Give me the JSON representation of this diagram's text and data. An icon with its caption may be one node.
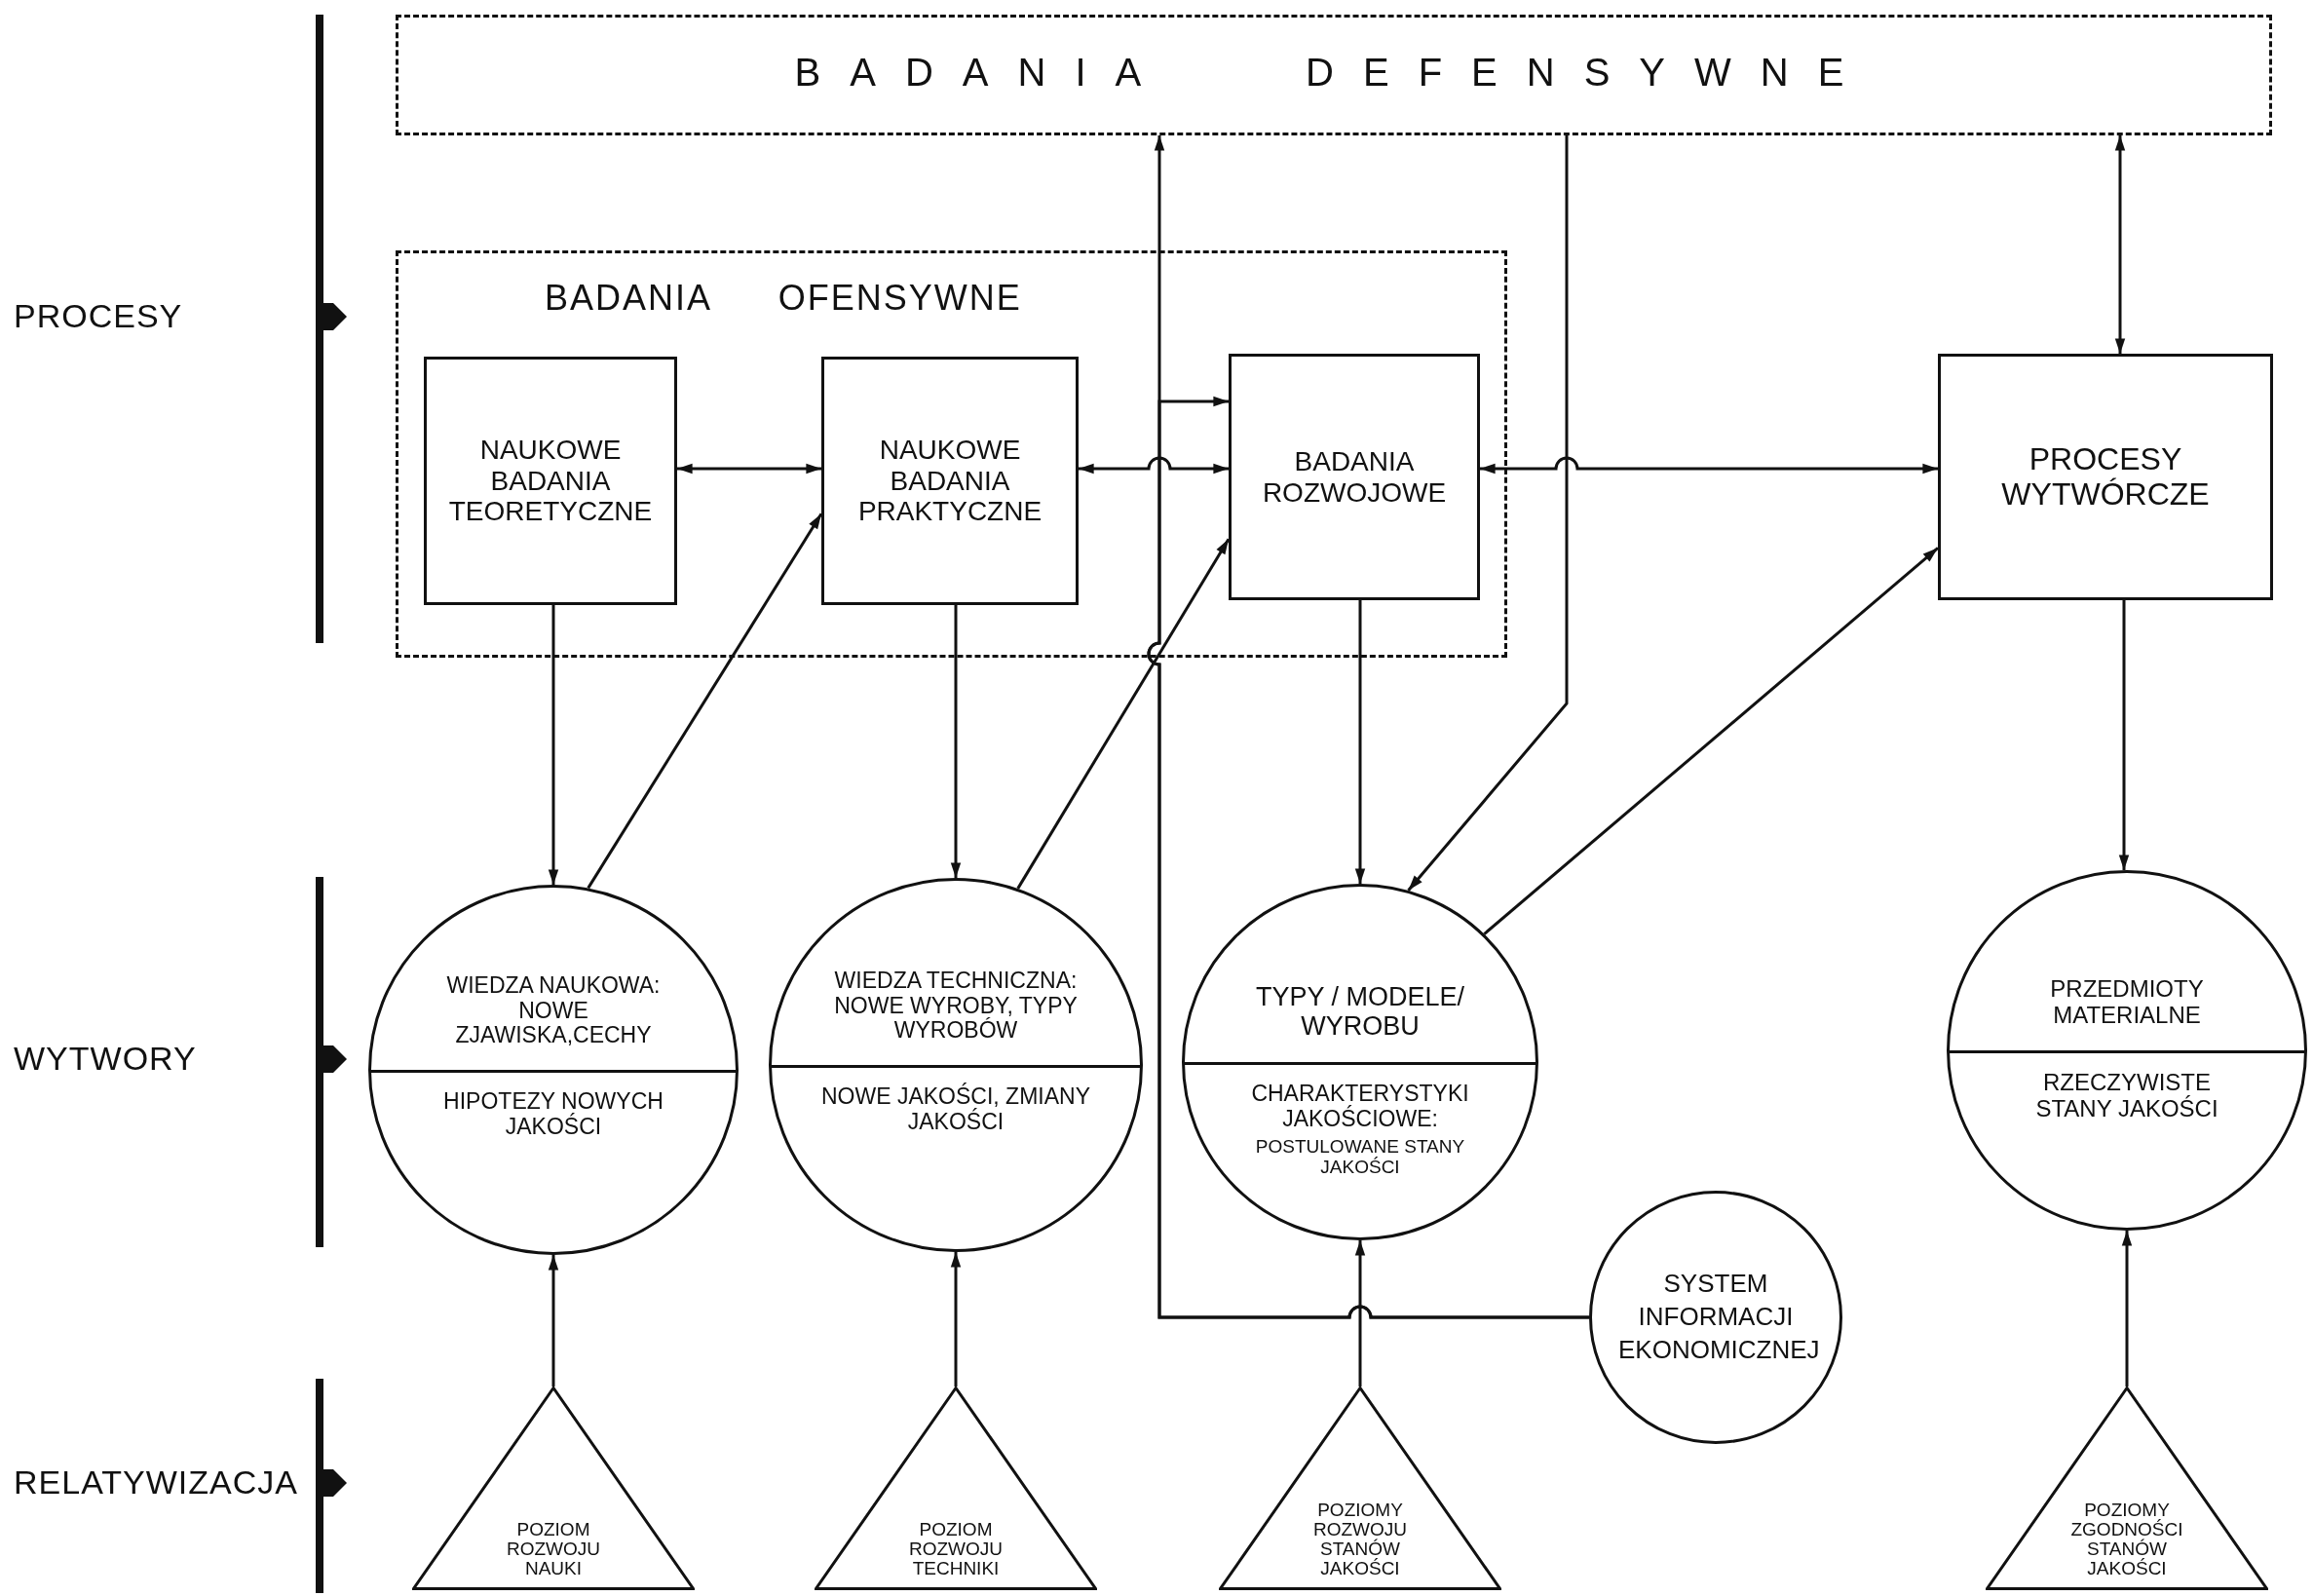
{
  "diagram": {
    "nodes": [
      {
        "text": [
          "BADANIA DEFENSYWNE"
        ]
      },
      {
        "text": [
          "BADANIA OFENSYWNE"
        ]
      },
      {
        "text": [
          "NAUKOWE BADANIA TEORETYCZNE"
        ],
        "in": 1
      },
      {
        "text": [
          "NAUKOWE BADANIA PRAKTYCZNE"
        ],
        "in": 1
      },
      {
        "text": [
          "BADANIA ROZWOJOWE"
        ],
        "in": 1
      },
      {
        "text": [
          "PROCESY WYTWÓRCZE"
        ]
      },
      {
        "text": [
          "WIEDZA NAUKOWA: NOWE ZJAWISKA,CECHY",
          "HIPOTEZY NOWYCH JAKOŚCI"
        ]
      },
      {
        "text": [
          "WIEDZA TECHNICZNA: NOWE WYROBY, TYPY WYROBÓW",
          "NOWE JAKOŚCI, ZMIANY JAKOŚCI"
        ]
      },
      {
        "text": [
          "TYPY / MODELE/ WYROBU",
          "CHARAKTERYSTYKI JAKOŚCIOWE:",
          "POSTULOWANE STANY JAKOŚCI"
        ]
      },
      {
        "text": [
          "PRZEDMIOTY MATERIALNE",
          "RZECZYWISTE STANY JAKOŚCI"
        ]
      },
      {
        "text": [
          "SYSTEM INFORMACJI EKONOMICZNEJ"
        ]
      },
      {
        "text": [
          "POZIOM ROZWOJU NAUKI"
        ]
      },
      {
        "text": [
          "POZIOM ROZWOJU TECHNIKI"
        ]
      },
      {
        "text": [
          "POZIOMY ROZWOJU STANÓW JAKOŚCI"
        ]
      },
      {
        "text": [
          "POZIOMY ZGODNOŚCI STANÓW JAKOŚCI"
        ]
      }
    ],
    "edges": [
      {
        "from": 2,
        "to": 3,
        "arrow": "both"
      },
      {
        "from": 3,
        "to": 4,
        "arrow": "both"
      },
      {
        "from": 4,
        "to": 5,
        "arrow": "both"
      },
      {
        "from": 2,
        "to": 6,
        "arrow": "to"
      },
      {
        "from": 6,
        "to": 3,
        "arrow": "to"
      },
      {
        "from": 3,
        "to": 7,
        "arrow": "to"
      },
      {
        "from": 7,
        "to": 4,
        "arrow": "to"
      },
      {
        "from": 4,
        "to": 8,
        "arrow": "to"
      },
      {
        "from": 0,
        "to": 8,
        "arrow": "to"
      },
      {
        "from": 10,
        "to": 0,
        "arrow": "to"
      },
      {
        "from": 10,
        "to": 4,
        "arrow": "to"
      },
      {
        "from": 8,
        "to": 5,
        "arrow": "to"
      },
      {
        "from": 0,
        "to": 5,
        "arrow": "both"
      },
      {
        "from": 5,
        "to": 9,
        "arrow": "to"
      },
      {
        "from": 11,
        "to": 6,
        "arrow": "to"
      },
      {
        "from": 12,
        "to": 7,
        "arrow": "to"
      },
      {
        "from": 13,
        "to": 8,
        "arrow": "to"
      },
      {
        "from": 14,
        "to": 9,
        "arrow": "to"
      }
    ],
    "labels": [
      "PROCESY",
      "WYTWORY",
      "RELATYWIZACJA"
    ]
  }
}
